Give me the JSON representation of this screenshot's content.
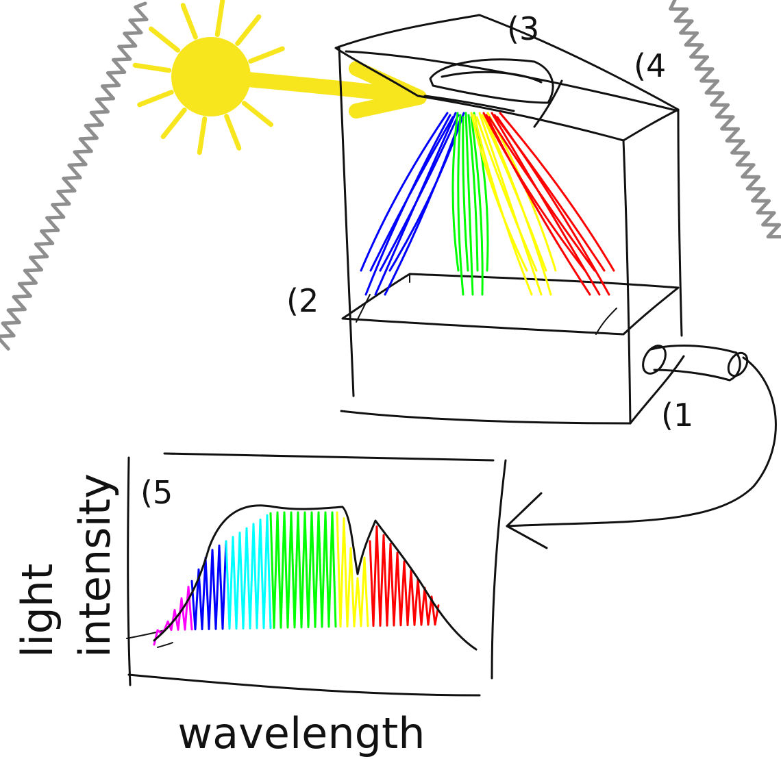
{
  "labels": {
    "marker_1": "(1",
    "marker_2": "(2",
    "marker_3": "(3",
    "marker_4": "(4",
    "marker_5": "(5",
    "y_axis_line1": "light",
    "y_axis_line2": "intensity",
    "x_axis": "wavelength"
  },
  "colors": {
    "sun": "#f7e61e",
    "ink": "#111111",
    "wave": "#8e8e8e",
    "spectrum": [
      "#ff00ff",
      "#0000ff",
      "#00ffff",
      "#00ff00",
      "#ffff00",
      "#ff0000"
    ],
    "beams": [
      "#0000ff",
      "#00ff00",
      "#ffff00",
      "#ff0000"
    ]
  },
  "icons": {
    "sun": "sun-icon",
    "fiber_optic_cable": "cable-icon",
    "spectrometer_box": "box-icon"
  }
}
